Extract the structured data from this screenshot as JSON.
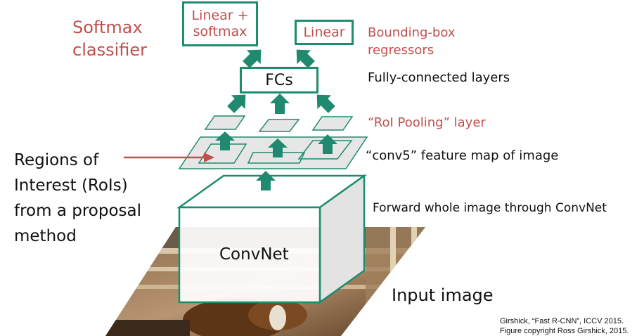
{
  "labels": {
    "softmax_classifier": [
      "Softmax",
      "classifier"
    ],
    "linear_softmax_box": [
      "Linear +",
      "softmax"
    ],
    "linear_box": "Linear",
    "bbox_regressors": [
      "Bounding-box",
      "regressors"
    ],
    "fcs_box": "FCs",
    "fc_layers": "Fully-connected layers",
    "roi_pooling": "“RoI Pooling” layer",
    "rois": [
      "Regions of",
      "Interest (RoIs)",
      "from a proposal",
      "method"
    ],
    "conv5": "“conv5” feature map of image",
    "forward": "Forward whole image through ConvNet",
    "convnet": "ConvNet",
    "input_image": "Input image"
  },
  "citation": {
    "line1": "Girshick, “Fast R-CNN”, ICCV 2015.",
    "line2": "Figure copyright Ross Girshick, 2015."
  },
  "colors": {
    "accent_red": "#c0504d",
    "teal": "#1e8c6e",
    "arrow_fill": "#1f8a6f",
    "plane_fill": "#e6e6e6"
  }
}
